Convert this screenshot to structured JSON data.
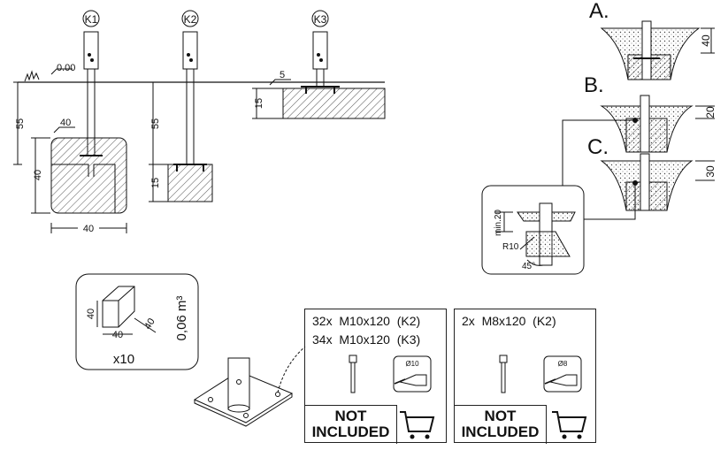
{
  "posts": {
    "k1": {
      "label": "K1",
      "level": "0.00",
      "offset": "40",
      "depth": "55",
      "block_height": "40",
      "block_width": "40"
    },
    "k2": {
      "label": "K2",
      "depth": "55",
      "footing": "15"
    },
    "k3": {
      "label": "K3",
      "offset": "5",
      "slab": "15"
    }
  },
  "variants": {
    "a": {
      "label": "A.",
      "dim": "40"
    },
    "b": {
      "label": "B.",
      "dim": "20"
    },
    "c": {
      "label": "C.",
      "dim": "30"
    }
  },
  "detail": {
    "min_label": "min.20",
    "radius": "R10",
    "angle": "45°"
  },
  "concrete": {
    "height": "40",
    "width": "40",
    "depth": "40",
    "volume": "0,06 m³",
    "count": "x10"
  },
  "kit1": {
    "lines": [
      {
        "qty": "32x",
        "size": "M10x120",
        "type": "(K2)"
      },
      {
        "qty": "34x",
        "size": "M10x120",
        "type": "(K3)"
      }
    ],
    "drill": "Ø10",
    "not_included": "NOT INCLUDED"
  },
  "kit2": {
    "lines": [
      {
        "qty": "2x",
        "size": "M8x120",
        "type": "(K2)"
      }
    ],
    "drill": "Ø8",
    "not_included": "NOT INCLUDED"
  },
  "colors": {
    "line": "#111111",
    "hatch": "#555555"
  }
}
